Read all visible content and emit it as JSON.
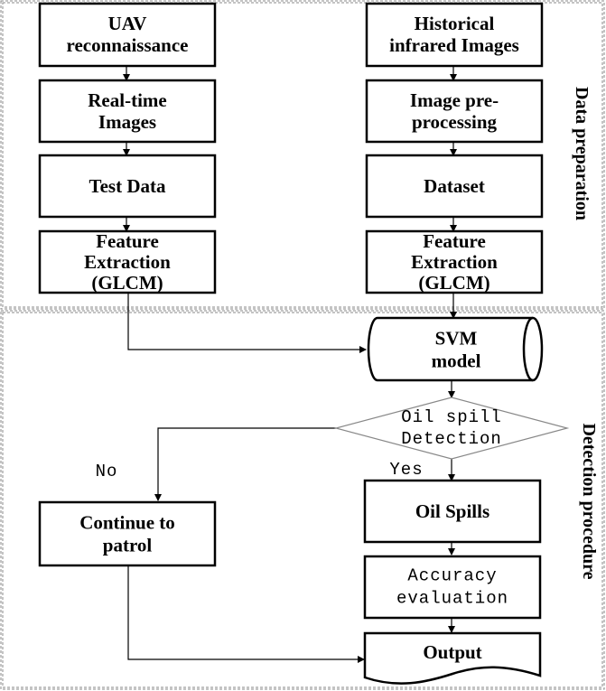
{
  "sections": {
    "data_preparation": "Data  preparation",
    "detection_procedure": "Detection procedure"
  },
  "nodes": {
    "uav_reconnaissance": [
      "UAV",
      "reconnaissance"
    ],
    "real_time_images": [
      "Real-time",
      "Images"
    ],
    "test_data": [
      "Test Data"
    ],
    "feature_extraction_left": [
      "Feature",
      "Extraction",
      "(GLCM)"
    ],
    "historical_infrared_images": [
      "Historical",
      "infrared Images"
    ],
    "image_preprocessing": [
      "Image pre-",
      "processing"
    ],
    "dataset": [
      "Dataset"
    ],
    "feature_extraction_right": [
      "Feature",
      "Extraction",
      "(GLCM)"
    ],
    "svm_model": [
      "SVM",
      "model"
    ],
    "oil_spill_detection": [
      "Oil spill",
      "Detection"
    ],
    "continue_to_patrol": [
      "Continue to",
      "patrol"
    ],
    "oil_spills": [
      "Oil Spills"
    ],
    "accuracy_evaluation": [
      "Accuracy",
      "evaluation"
    ],
    "output": [
      "Output"
    ]
  },
  "edge_labels": {
    "no": "No",
    "yes": "Yes"
  }
}
